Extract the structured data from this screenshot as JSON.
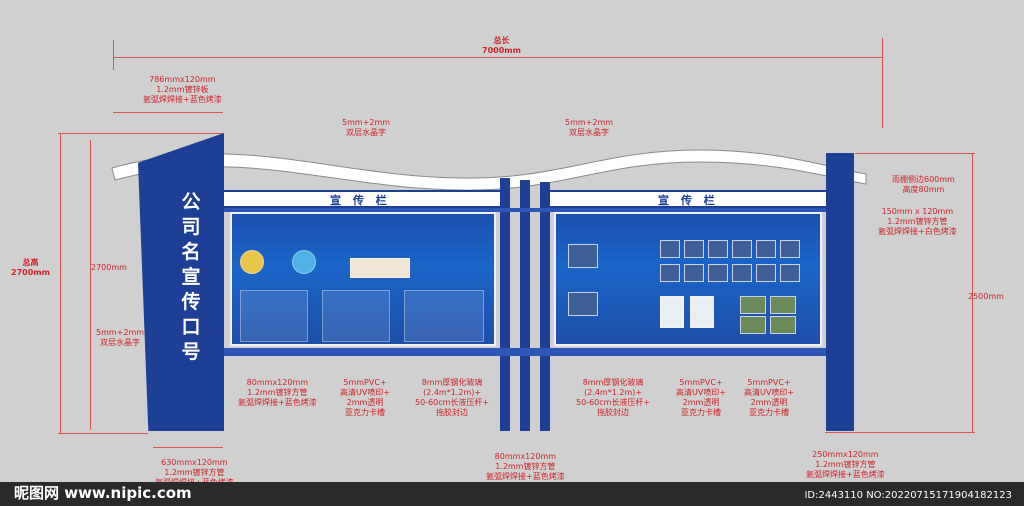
{
  "sign": {
    "tower_text": "公司名 宣传口号",
    "tab_left": "宣 传 栏",
    "tab_right": "宣 传 栏"
  },
  "annotations": {
    "total_length": [
      "总长",
      "7000mm"
    ],
    "top_left": [
      "786mmx120mm",
      "1.2mm镀锌板",
      "氩弧焊焊接+蓝色烤漆"
    ],
    "acrylic_left": [
      "5mm+2mm",
      "双层水晶字"
    ],
    "acrylic_right": [
      "5mm+2mm",
      "双层水晶字"
    ],
    "total_height": [
      "总高",
      "2700mm"
    ],
    "height_2700": "2700mm",
    "acrylic_tower": [
      "5mm+2mm",
      "双层水晶字"
    ],
    "canopy": [
      "雨棚侧边600mm",
      "高度80mm"
    ],
    "right_post": [
      "150mm x 120mm",
      "1.2mm镀锌方管",
      "氩弧焊焊接+白色烤漆"
    ],
    "height_2500": "2500mm",
    "rail_left": [
      "80mmx120mm",
      "1.2mm镀锌方管",
      "氩弧焊焊接+蓝色烤漆"
    ],
    "pvc_left": [
      "5mmPVC+",
      "高清UV喷印+",
      "2mm透明",
      "亚克力卡槽"
    ],
    "glass_left": [
      "8mm厚钢化玻璃",
      "(2.4m*1.2m)+",
      "50-60cm长液压杆+",
      "拖胶封边"
    ],
    "glass_right": [
      "8mm厚钢化玻璃",
      "(2.4m*1.2m)+",
      "50-60cm长液压杆+",
      "拖胶封边"
    ],
    "pvc_mid": [
      "5mmPVC+",
      "高清UV喷印+",
      "2mm透明",
      "亚克力卡槽"
    ],
    "pvc_right": [
      "5mmPVC+",
      "高清UV喷印+",
      "2mm透明",
      "亚克力卡槽"
    ],
    "tower_base": [
      "630mmx120mm",
      "1.2mm镀锌方管",
      "氩弧焊焊接+蓝色烤漆"
    ],
    "center_posts": [
      "80mmx120mm",
      "1.2mm镀锌方管",
      "氩弧焊焊接+蓝色烤漆"
    ],
    "right_base": [
      "250mmx120mm",
      "1.2mm镀锌方管",
      "氩弧焊焊接+蓝色烤漆"
    ]
  },
  "watermark": {
    "left": "昵图网 www.nipic.com",
    "right": "ID:2443110 NO:20220715171904182123"
  },
  "colors": {
    "structure": "#1d3f96",
    "annotation": "#d2232a"
  }
}
